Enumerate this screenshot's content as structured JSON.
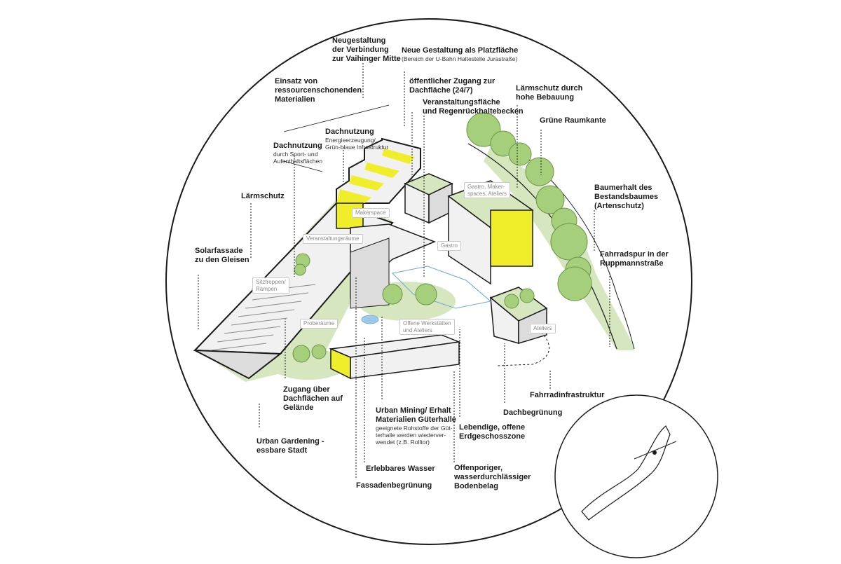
{
  "colors": {
    "outline": "#1a1a1a",
    "green_fill": "#d6e6bf",
    "tree_fill": "#a6cf7c",
    "tree_stroke": "#6a9548",
    "yellow_accent": "#f0ee2a",
    "water": "#9ec9ea",
    "building_face": "#f1f1f1",
    "building_shadow": "#dcdcdc"
  },
  "labels": [
    {
      "id": "neugestaltung-verbindung",
      "bold": "Neugestaltung\nder Verbindung\nzur Vaihinger Mitte",
      "sub": ""
    },
    {
      "id": "neue-gestaltung-platzflaeche",
      "bold": "Neue  Gestaltung als Platzfläche",
      "sub": "(Bereich der U-Bahn Haltestelle Jurastraße)"
    },
    {
      "id": "oeffentlicher-zugang",
      "bold": "öffentlicher Zugang zur\nDachfläche (24/7)",
      "sub": ""
    },
    {
      "id": "einsatz-materialien",
      "bold": "Einsatz von\nressourcenschonenden\nMaterialien",
      "sub": ""
    },
    {
      "id": "veranstaltungsflaeche",
      "bold": "Veranstaltungsfläche\nund Regenrückhaltebecken",
      "sub": ""
    },
    {
      "id": "laermschutz-bebauung",
      "bold": "Lärmschutz durch\nhohe Bebauung",
      "sub": ""
    },
    {
      "id": "gruene-raumkante",
      "bold": "Grüne Raumkante",
      "sub": ""
    },
    {
      "id": "dachnutzung-energie",
      "bold": "Dachnutzung",
      "sub": "Energieerzeugung/\nGrün-blaue Infrastruktur"
    },
    {
      "id": "dachnutzung-sport",
      "bold": "Dachnutzung",
      "sub": "durch Sport- und\nAufenthaltsflächen"
    },
    {
      "id": "laermschutz",
      "bold": "Lärmschutz",
      "sub": ""
    },
    {
      "id": "baumerhalt",
      "bold": "Baumerhalt des\nBestandsbaumes\n(Artenschutz)",
      "sub": ""
    },
    {
      "id": "solarfassade",
      "bold": "Solarfassade\nzu den Gleisen",
      "sub": ""
    },
    {
      "id": "fahrradspur",
      "bold": "Fahrradspur in der\nRuppmannstraße",
      "sub": ""
    },
    {
      "id": "zugang-dachflaechen",
      "bold": "Zugang über\nDachflächen auf\nGelände",
      "sub": ""
    },
    {
      "id": "fahrradinfrastruktur",
      "bold": "Fahrradinfrastruktur",
      "sub": ""
    },
    {
      "id": "urban-mining",
      "bold": "Urban Mining/ Erhalt\nMaterialien Güterhalle",
      "sub": "geeignete Rohstoffe der Güt-\nterhalle werden wiederver-\nwendet (z.B. Rolltor)"
    },
    {
      "id": "dachbegruenung",
      "bold": "Dachbegrünung",
      "sub": ""
    },
    {
      "id": "lebendige-erdgeschosszone",
      "bold": "Lebendige, offene\nErdgeschosszone",
      "sub": ""
    },
    {
      "id": "urban-gardening",
      "bold": "Urban Gardening -\nessbare Stadt",
      "sub": ""
    },
    {
      "id": "erlebbares-wasser",
      "bold": "Erlebbares Wasser",
      "sub": ""
    },
    {
      "id": "offenporiger-bodenbelag",
      "bold": "Offenporiger,\nwasserdurchlässiger\nBodenbelag",
      "sub": ""
    },
    {
      "id": "fassadenbegruenung",
      "bold": "Fassadenbegrünung",
      "sub": ""
    }
  ],
  "tags": [
    {
      "id": "makerspace",
      "text": "Makerspace"
    },
    {
      "id": "gastro-makerspaces-ateliers",
      "text": "Gastro, Maker-\nspaces, Ateliers"
    },
    {
      "id": "veranstaltungsraeume",
      "text": "Veranstaltungsräume"
    },
    {
      "id": "gastro",
      "text": "Gastro"
    },
    {
      "id": "sitztreppen-rampen",
      "text": "Sitztreppen/\nRampen"
    },
    {
      "id": "proberaeume",
      "text": "Proberäume"
    },
    {
      "id": "offene-werkstaetten",
      "text": "Offene Werkstätten\nund Ateliers"
    },
    {
      "id": "ateliers",
      "text": "Ateliers"
    }
  ]
}
